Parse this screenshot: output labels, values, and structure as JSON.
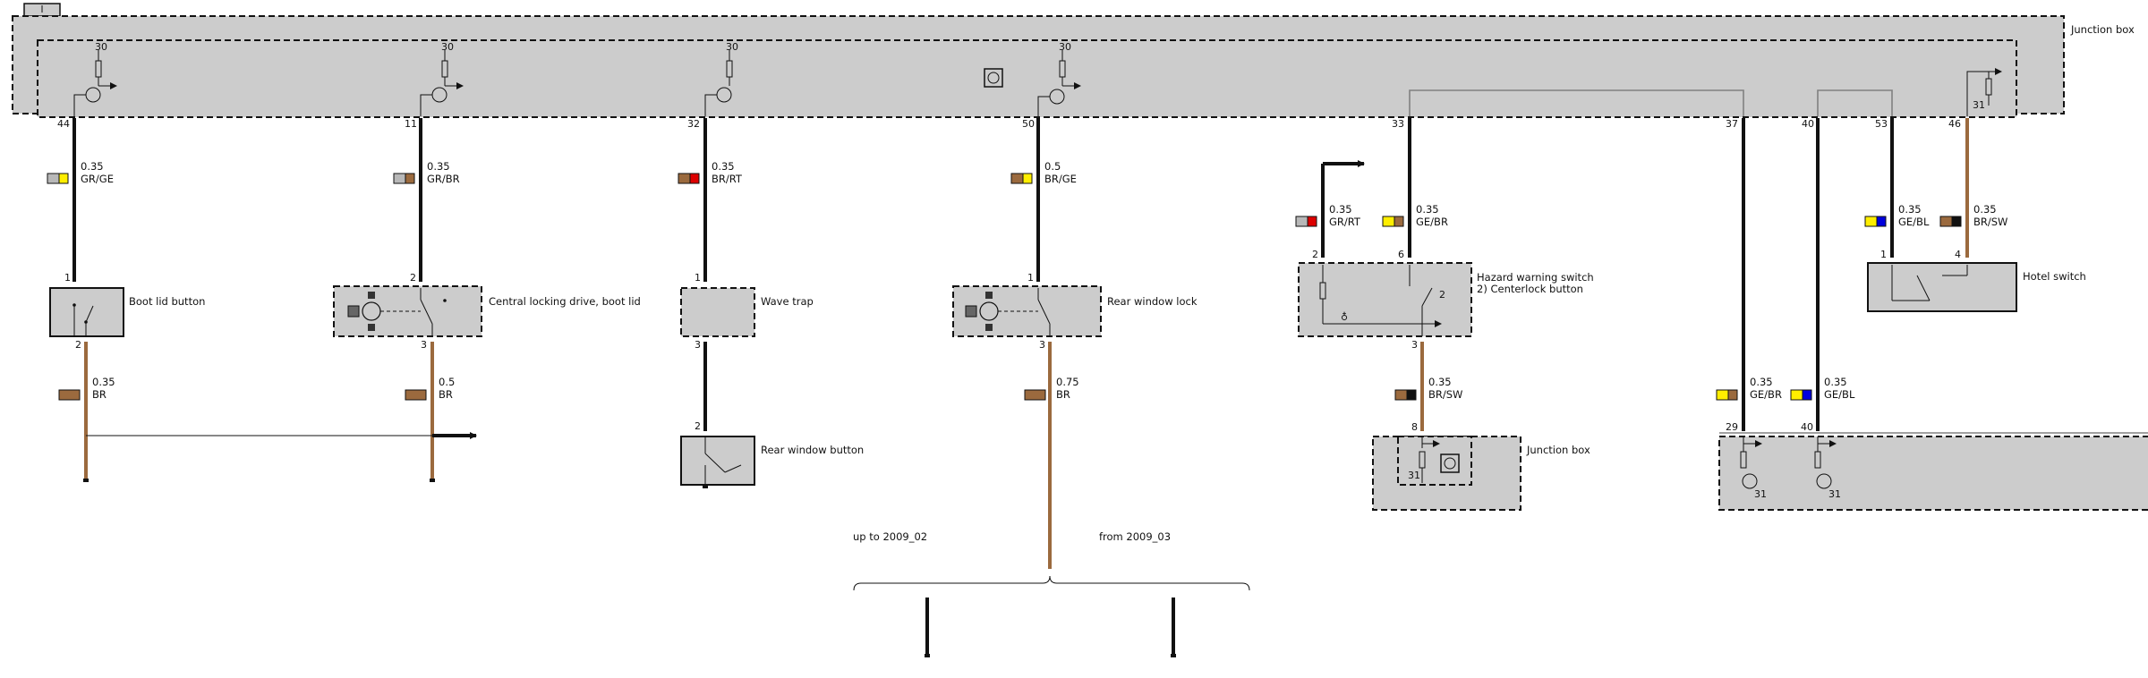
{
  "junction_box_label": "Junction box",
  "text_junction_box_2": "Junction box",
  "pin_30": "30",
  "pin_31": "31",
  "pins": {
    "p44": "44",
    "p11": "11",
    "p32": "32",
    "p50": "50",
    "p33": "33",
    "p37": "37",
    "p40": "40",
    "p53": "53",
    "p46": "46",
    "p1": "1",
    "p2": "2",
    "p3": "3",
    "p4": "4",
    "p6": "6",
    "p8": "8",
    "p29": "29"
  },
  "wires": {
    "w44": {
      "size": "0.35",
      "color": "GR/GE",
      "c1": "#b8b8b8",
      "c2": "#ffee00"
    },
    "w11": {
      "size": "0.35",
      "color": "GR/BR",
      "c1": "#b8b8b8",
      "c2": "#9b6a3e"
    },
    "w32": {
      "size": "0.35",
      "color": "BR/RT",
      "c1": "#9b6a3e",
      "c2": "#dd0000"
    },
    "w50": {
      "size": "0.5",
      "color": "BR/GE",
      "c1": "#9b6a3e",
      "c2": "#ffee00"
    },
    "wgrrt": {
      "size": "0.35",
      "color": "GR/RT",
      "c1": "#b8b8b8",
      "c2": "#dd0000"
    },
    "w33": {
      "size": "0.35",
      "color": "GE/BR",
      "c1": "#ffee00",
      "c2": "#9b6a3e"
    },
    "w53": {
      "size": "0.35",
      "color": "GE/BL",
      "c1": "#ffee00",
      "c2": "#0000dd"
    },
    "w46": {
      "size": "0.35",
      "color": "BR/SW",
      "c1": "#9b6a3e",
      "c2": "#111111"
    },
    "wboot": {
      "size": "0.35",
      "color": "BR",
      "c1": "#9b6a3e"
    },
    "wclk": {
      "size": "0.5",
      "color": "BR",
      "c1": "#9b6a3e"
    },
    "wrwl": {
      "size": "0.75",
      "color": "BR",
      "c1": "#9b6a3e"
    },
    "whaz": {
      "size": "0.35",
      "color": "BR/SW",
      "c1": "#9b6a3e",
      "c2": "#111111"
    },
    "w37b": {
      "size": "0.35",
      "color": "GE/BR",
      "c1": "#ffee00",
      "c2": "#9b6a3e"
    },
    "w40b": {
      "size": "0.35",
      "color": "GE/BL",
      "c1": "#ffee00",
      "c2": "#0000dd"
    }
  },
  "components": {
    "boot_lid_button": "Boot lid button",
    "central_locking": "Central locking drive, boot lid",
    "wave_trap": "Wave trap",
    "rear_window_lock": "Rear window lock",
    "hazard_line1": "Hazard warning switch",
    "hazard_line2": "2)   Centerlock button",
    "hotel_switch": "Hotel switch",
    "rear_window_button": "Rear window button"
  },
  "variants": {
    "up_to": "up to 2009_02",
    "from": "from 2009_03"
  },
  "colors": {
    "box_fill": "#cccccc",
    "wire_black": "#111111",
    "wire_brown": "#9b6a3e"
  }
}
